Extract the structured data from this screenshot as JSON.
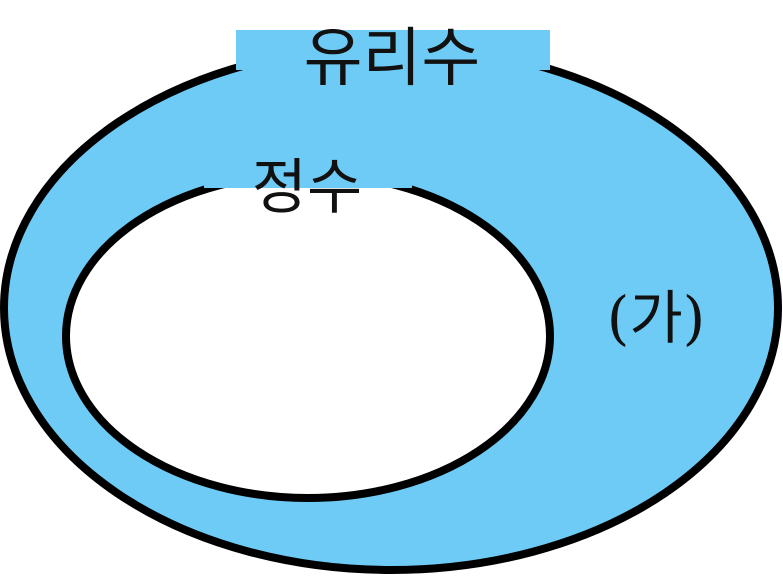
{
  "diagram": {
    "outer_set": {
      "label": "유리수",
      "fill_color": "#6ecbf5"
    },
    "inner_set": {
      "label": "정수",
      "fill_color": "#ffffff"
    },
    "region_label": "(가)",
    "stroke_color": "#000000"
  }
}
